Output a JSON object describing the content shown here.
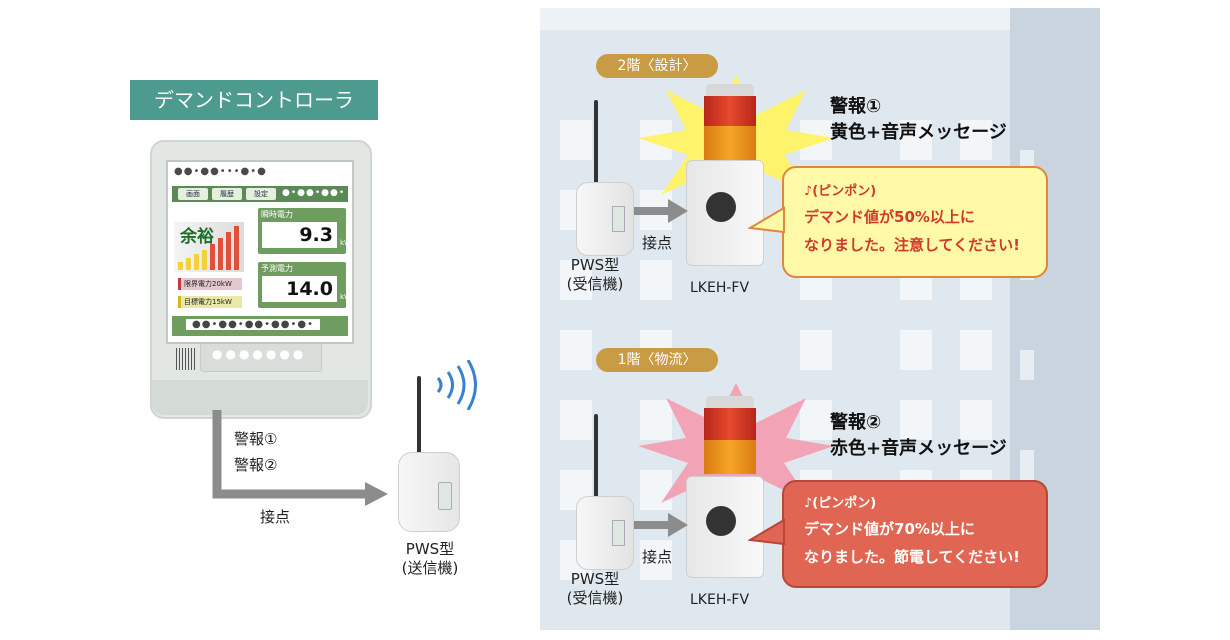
{
  "controller": {
    "title": "デマンドコントローラ",
    "tabs": [
      "画面",
      "履歴",
      "設定"
    ],
    "status_word": "余裕",
    "limit_label": "限界電力20kW",
    "target_label": "目標電力15kW",
    "instant_label": "瞬時電力",
    "instant_value": "9.3",
    "instant_unit": "kW",
    "forecast_label": "予測電力",
    "forecast_value": "14.0",
    "forecast_unit": "kW"
  },
  "left_flow": {
    "alarm1": "警報①",
    "alarm2": "警報②",
    "contact": "接点",
    "transmitter_line1": "PWS型",
    "transmitter_line2": "(送信機)"
  },
  "floors": [
    {
      "tag": "2階〈設計〉",
      "receiver_line1": "PWS型",
      "receiver_line2": "(受信機)",
      "contact": "接点",
      "model": "LKEH-FV",
      "alarm_title": "警報①",
      "alarm_desc": "黄色+音声メッセージ",
      "chime": "♪(ピンポン)",
      "msg_line1": "デマンド値が50%以上に",
      "msg_line2": "なりました。注意してください!"
    },
    {
      "tag": "1階〈物流〉",
      "receiver_line1": "PWS型",
      "receiver_line2": "(受信機)",
      "contact": "接点",
      "model": "LKEH-FV",
      "alarm_title": "警報②",
      "alarm_desc": "赤色+音声メッセージ",
      "chime": "♪(ピンポン)",
      "msg_line1": "デマンド値が70%以上に",
      "msg_line2": "なりました。節電してください!"
    }
  ],
  "colors": {
    "controller_title_bg": "#4d9a8e",
    "floor_tag_bg": "#c89b44",
    "yellow_bubble": "#fff9a8",
    "red_bubble": "#e06552",
    "burst_yellow": "#fff36b",
    "burst_pink": "#f2a3b6"
  }
}
